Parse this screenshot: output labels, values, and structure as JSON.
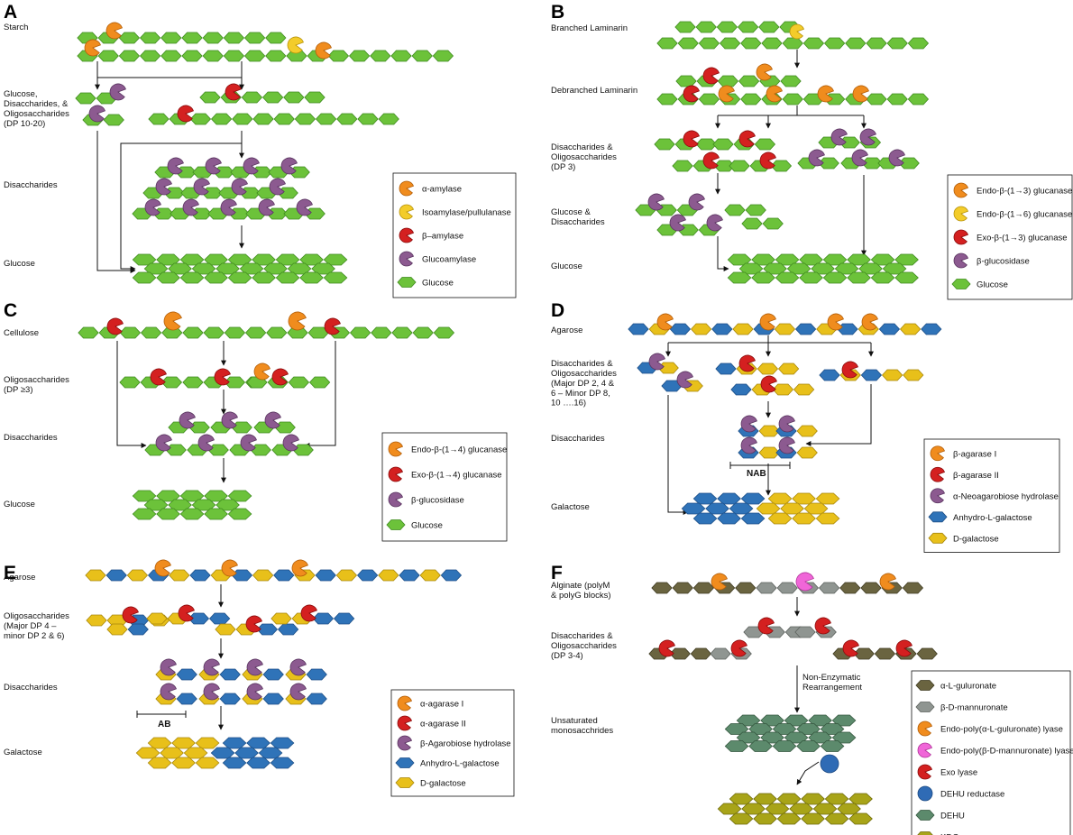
{
  "colors": {
    "glucose": "#6cc23a",
    "glucose_stroke": "#3f8a1f",
    "orange": "#f08c1e",
    "yellow": "#f3cc2a",
    "red": "#d42020",
    "purple": "#8c5a90",
    "blue": "#2f73b8",
    "dgal": "#e8c01a",
    "guluronate": "#6a6440",
    "mannuronate": "#8f9591",
    "magenta": "#f066d8",
    "dehu_red": "#2f6bb5",
    "dehu": "#5c8a6c",
    "kdg": "#a8a418"
  },
  "panels": {
    "A": {
      "letter": "A",
      "stages": [
        "Starch",
        "Glucose,\nDisaccharides, &\nOligosaccharides\n(DP 10-20)",
        "Disaccharides",
        "Glucose"
      ],
      "legend": [
        {
          "icon": "orange-pac",
          "label": "α-amylase"
        },
        {
          "icon": "yellow-pac",
          "label": "Isoamylase/pullulanase"
        },
        {
          "icon": "red-pac",
          "label": "β–amylase"
        },
        {
          "icon": "purple-pac",
          "label": "Glucoamylase"
        },
        {
          "icon": "glucose-hex",
          "label": "Glucose"
        }
      ]
    },
    "B": {
      "letter": "B",
      "stages": [
        "Branched Laminarin",
        "Debranched Laminarin",
        "Disaccharides &\nOligosaccharides\n(DP 3)",
        "Glucose &\nDisaccharides",
        "Glucose"
      ],
      "legend": [
        {
          "icon": "orange-pac",
          "label": "Endo-β-(1→3) glucanase"
        },
        {
          "icon": "yellow-pac",
          "label": "Endo-β-(1→6) glucanase"
        },
        {
          "icon": "red-pac",
          "label": "Exo-β-(1→3) glucanase"
        },
        {
          "icon": "purple-pac",
          "label": "β-glucosidase"
        },
        {
          "icon": "glucose-hex",
          "label": "Glucose"
        }
      ]
    },
    "C": {
      "letter": "C",
      "stages": [
        "Cellulose",
        "Oligosaccharides\n(DP ≥3)",
        "Disaccharides",
        "Glucose"
      ],
      "legend": [
        {
          "icon": "orange-pac",
          "label": "Endo-β-(1→4) glucanase"
        },
        {
          "icon": "red-pac",
          "label": "Exo-β-(1→4) glucanase"
        },
        {
          "icon": "purple-pac",
          "label": "β-glucosidase"
        },
        {
          "icon": "glucose-hex",
          "label": "Glucose"
        }
      ]
    },
    "D": {
      "letter": "D",
      "stages": [
        "Agarose",
        "Disaccharides &\nOligosaccharides\n(Major DP 2, 4 &\n6 – Minor DP 8,\n10 ….16)",
        "Disaccharides",
        "Galactose"
      ],
      "nab_label": "NAB",
      "legend": [
        {
          "icon": "orange-pac",
          "label": "β-agarase I"
        },
        {
          "icon": "red-pac",
          "label": "β-agarase II"
        },
        {
          "icon": "purple-pac",
          "label": "α-Neoagarobiose hydrolase"
        },
        {
          "icon": "blue-hex",
          "label": "Anhydro-L-galactose"
        },
        {
          "icon": "yellow-hex",
          "label": "D-galactose"
        }
      ]
    },
    "E": {
      "letter": "E",
      "stages": [
        "Agarose",
        "Oligosaccharides\n(Major DP 4 –\nminor DP 2 & 6)",
        "Disaccharides",
        "Galactose"
      ],
      "ab_label": "AB",
      "legend": [
        {
          "icon": "orange-pac",
          "label": "α-agarase I"
        },
        {
          "icon": "red-pac",
          "label": "α-agarase II"
        },
        {
          "icon": "purple-pac",
          "label": "β-Agarobiose hydrolase"
        },
        {
          "icon": "blue-hex",
          "label": "Anhydro-L-galactose"
        },
        {
          "icon": "yellow-hex",
          "label": "D-galactose"
        }
      ]
    },
    "F": {
      "letter": "F",
      "stages": [
        "Alginate (polyM\n& polyG blocks)",
        "Disaccharides &\nOligosaccharides\n(DP 3-4)",
        "Unsaturated\nmonosacchrides"
      ],
      "note": "Non-Enzymatic\nRearrangement",
      "legend": [
        {
          "icon": "brown-hex",
          "label": "α-L-guluronate"
        },
        {
          "icon": "grey-hex",
          "label": "β-D-mannuronate"
        },
        {
          "icon": "orange-pac",
          "label": "Endo-poly(α-L-guluronate) lyase"
        },
        {
          "icon": "magenta-pac",
          "label": "Endo-poly(β-D-mannuronate) lyase"
        },
        {
          "icon": "red-pac",
          "label": "Exo lyase"
        },
        {
          "icon": "blue-circle",
          "label": "DEHU reductase"
        },
        {
          "icon": "dehu-hex",
          "label": "DEHU"
        },
        {
          "icon": "kdg-hex",
          "label": "KDG"
        }
      ]
    }
  }
}
